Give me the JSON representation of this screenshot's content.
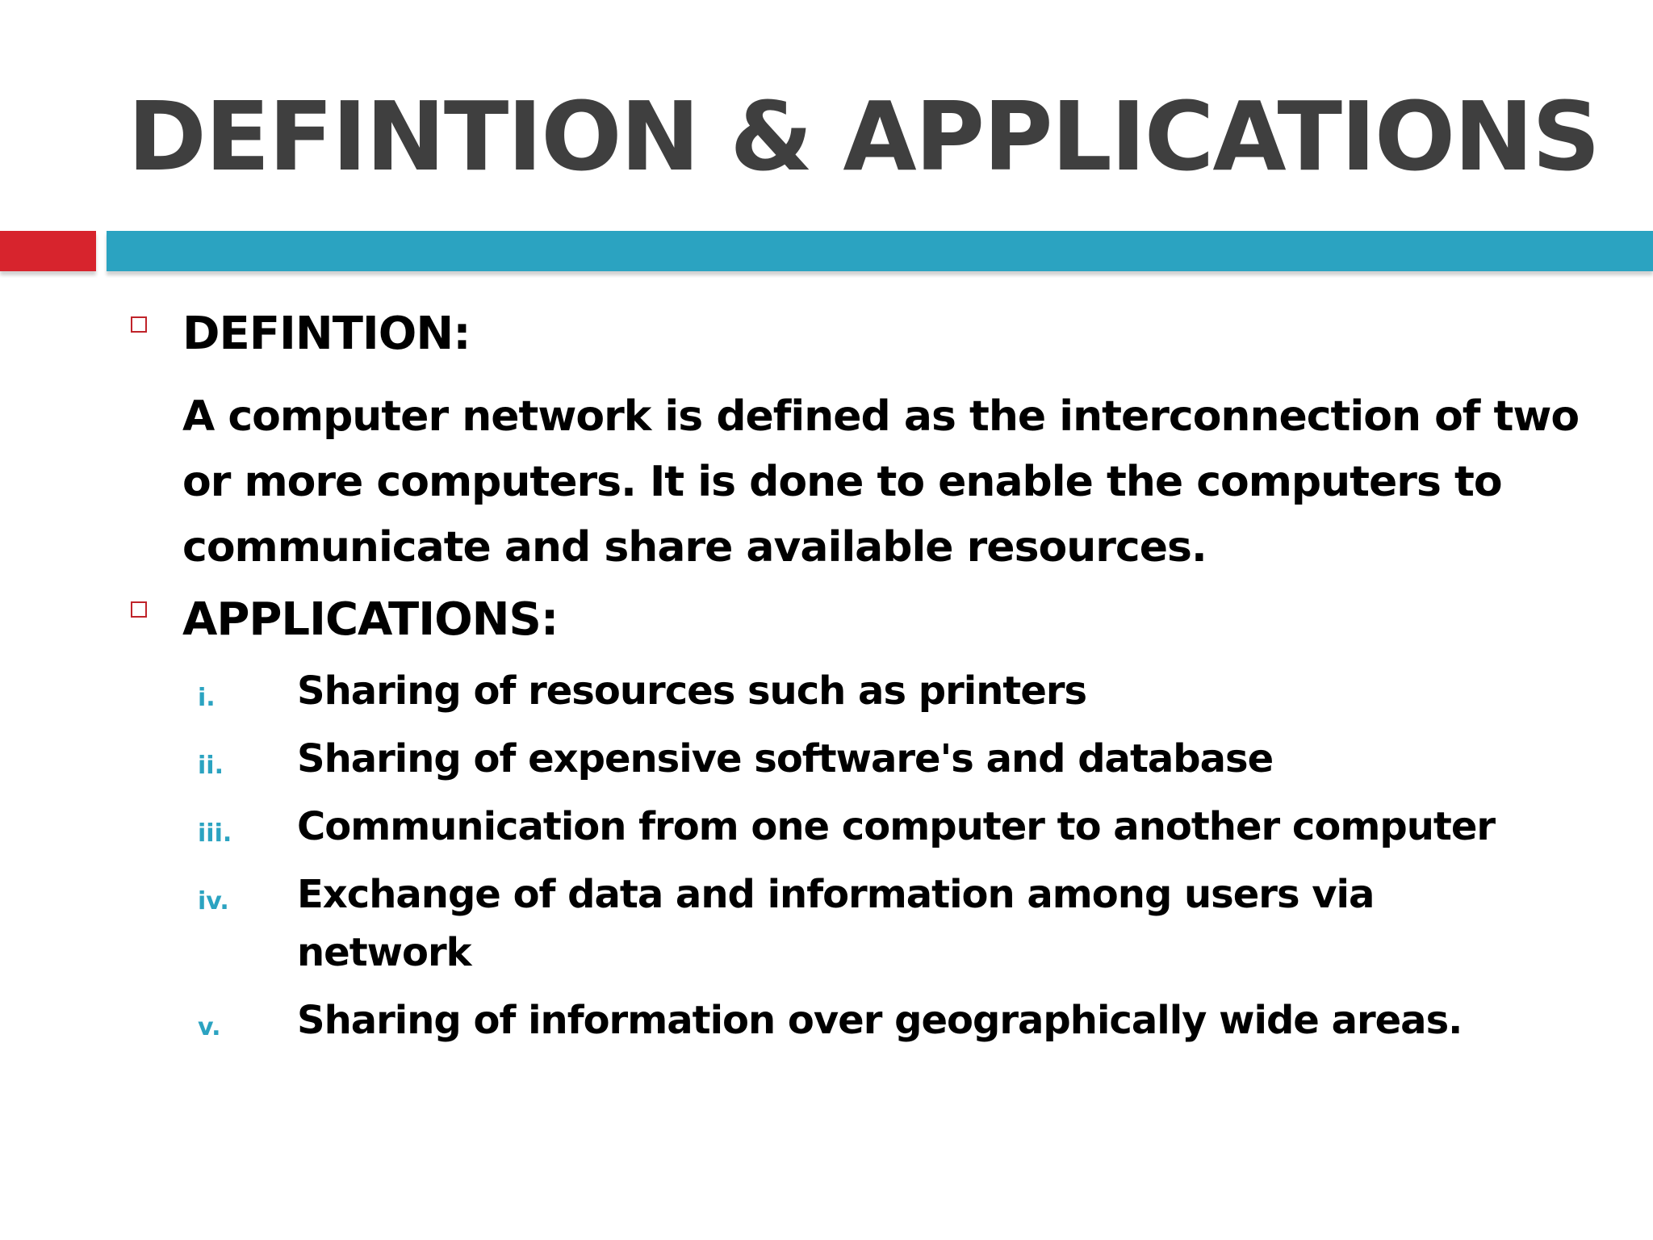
{
  "slide": {
    "title": "DEFINTION & APPLICATIONS",
    "colors": {
      "title": "#3f3f3f",
      "accent_red": "#d7242d",
      "accent_blue": "#2ba3c1",
      "bullet_box": "#c0232a",
      "numeral": "#2ba3c1",
      "body_text": "#000000"
    },
    "sections": {
      "definition": {
        "heading": "DEFINTION:",
        "text": "A computer network is defined as the interconnection of two or more computers. It is done to enable the computers to communicate and share available resources."
      },
      "applications": {
        "heading": "APPLICATIONS:",
        "items": [
          {
            "numeral": "i.",
            "text": "Sharing of resources such as printers"
          },
          {
            "numeral": "ii.",
            "text": "Sharing of expensive software's and database"
          },
          {
            "numeral": "iii.",
            "text": "Communication from one computer to another computer"
          },
          {
            "numeral": "iv.",
            "text": "Exchange of data and information among users via network"
          },
          {
            "numeral": "v.",
            "text": "Sharing of information over geographically wide areas."
          }
        ]
      }
    }
  }
}
